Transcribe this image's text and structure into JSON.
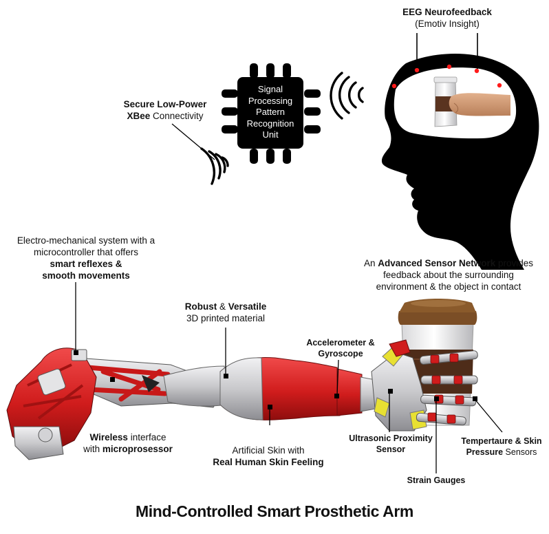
{
  "title": "Mind-Controlled Smart Prosthetic Arm",
  "eeg": {
    "bold": "EEG Neurofeedback",
    "sub": "(Emotiv Insight)"
  },
  "chip": {
    "line1": "Signal",
    "line2": "Processing",
    "line3": "Pattern",
    "line4": "Recognition",
    "line5": "Unit"
  },
  "xbee": {
    "bold1": "Secure Low-Power",
    "bold2": "XBee",
    "rest2": " Connectivity"
  },
  "electro": {
    "line1": "Electro-mechanical system with a",
    "line2": "microcontroller that offers",
    "bold3": "smart reflexes &",
    "bold4": "smooth movements"
  },
  "sensor_network": {
    "pre": "An ",
    "bold": "Advanced Sensor Network",
    "post": " provides",
    "line2": "feedback about the surrounding",
    "line3": "environment & the object in contact"
  },
  "robust": {
    "bold1": "Robust",
    "mid1": " & ",
    "bold2": "Versatile",
    "line2": "3D printed material"
  },
  "accel": {
    "line1": "Accelerometer &",
    "line2": "Gyroscope"
  },
  "wireless": {
    "bold1": "Wireless",
    "rest1": " interface",
    "pre2": "with ",
    "bold2": "microprosessor"
  },
  "skin": {
    "line1": "Artificial Skin with",
    "bold2": "Real Human Skin Feeling"
  },
  "ultrasonic": {
    "line1": "Ultrasonic Proximity",
    "line2": "Sensor"
  },
  "strain": {
    "label": "Strain Gauges"
  },
  "temp": {
    "line1": "Tempertaure & Skin",
    "bold2": "Pressure",
    "rest2": " Sensors"
  },
  "colors": {
    "arm_red": "#d01c1c",
    "arm_grey": "#c9c9cc",
    "sensor_yellow": "#e8e032",
    "cup_lid": "#8a5a2b",
    "electrode_red": "#ff1a1a"
  }
}
